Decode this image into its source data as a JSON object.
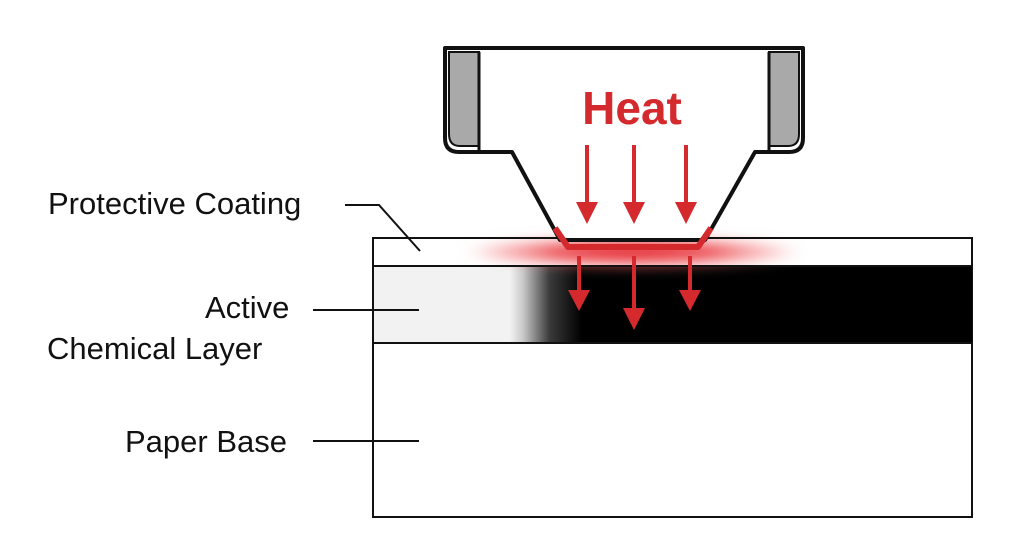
{
  "diagram": {
    "heat_label": "Heat",
    "labels": {
      "protective_coating": "Protective Coating",
      "active_line1": "Active",
      "active_line2": "Chemical Layer",
      "paper_base": "Paper Base"
    }
  },
  "colors": {
    "heat_red": "#d42a2e",
    "outline": "#111111",
    "printed_black": "#000000",
    "unprinted_layer": "#f2f2f2",
    "head_side_gray": "#a9a9a9"
  }
}
